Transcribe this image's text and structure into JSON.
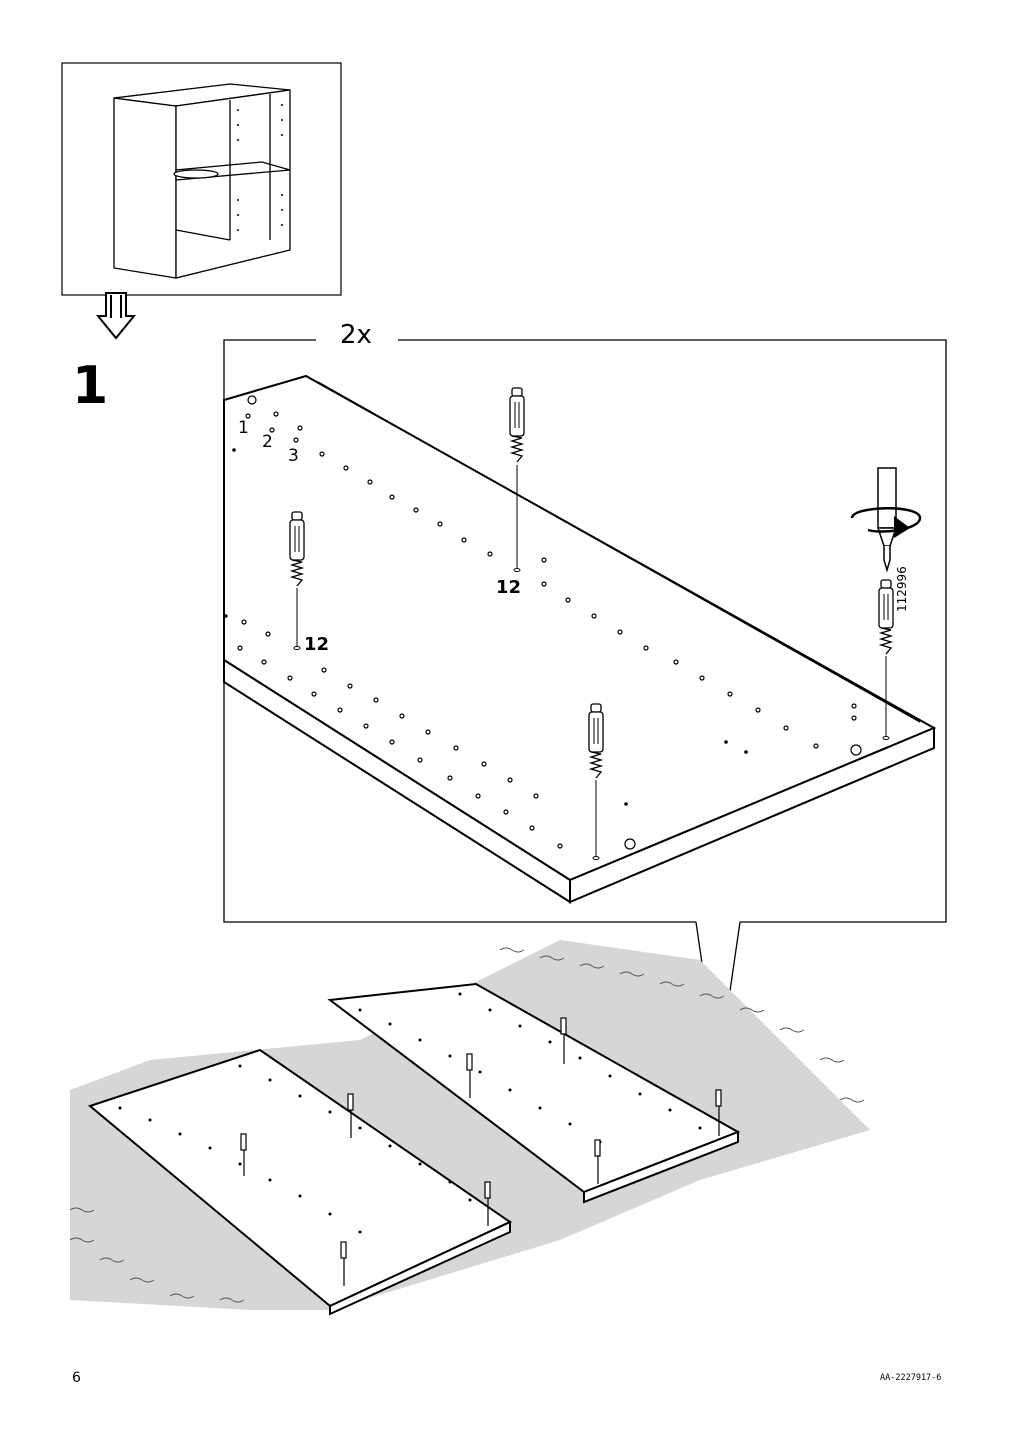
{
  "step": {
    "number": "1",
    "quantity": "2x"
  },
  "hole_labels": [
    "1",
    "2",
    "3"
  ],
  "part_labels": [
    "12",
    "12"
  ],
  "article_number": "112996",
  "footer": {
    "page_number": "6",
    "document_code": "AA-2227917-6"
  },
  "icons": [
    "cabinet-illustration",
    "down-arrow-icon",
    "dowel-icon",
    "screwdriver-icon",
    "rotate-arrow-icon"
  ],
  "colors": {
    "mat": "#d6d6d6",
    "line": "#000000",
    "panel": "#ffffff"
  }
}
